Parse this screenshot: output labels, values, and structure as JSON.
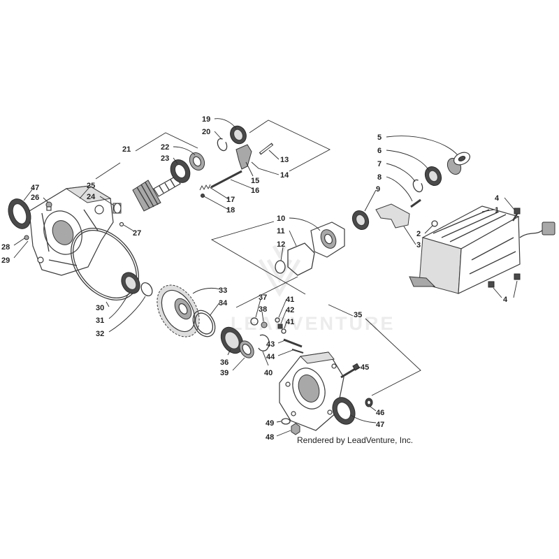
{
  "diagram": {
    "callouts": [
      "19",
      "20",
      "21",
      "22",
      "23",
      "13",
      "14",
      "15",
      "16",
      "17",
      "18",
      "5",
      "6",
      "7",
      "8",
      "9",
      "4",
      "1",
      "2",
      "3",
      "10",
      "11",
      "12",
      "47",
      "26",
      "25",
      "24",
      "27",
      "28",
      "29",
      "30",
      "31",
      "32",
      "33",
      "34",
      "35",
      "37",
      "38",
      "41",
      "42",
      "41",
      "43",
      "44",
      "36",
      "39",
      "40",
      "45",
      "46",
      "47",
      "49",
      "48",
      "4"
    ],
    "credit": "Rendered by LeadVenture, Inc.",
    "watermark": "LEADVENTURE"
  },
  "colors": {
    "line": "#3a3a3a",
    "label": "#222222",
    "watermark": "#ececec"
  }
}
